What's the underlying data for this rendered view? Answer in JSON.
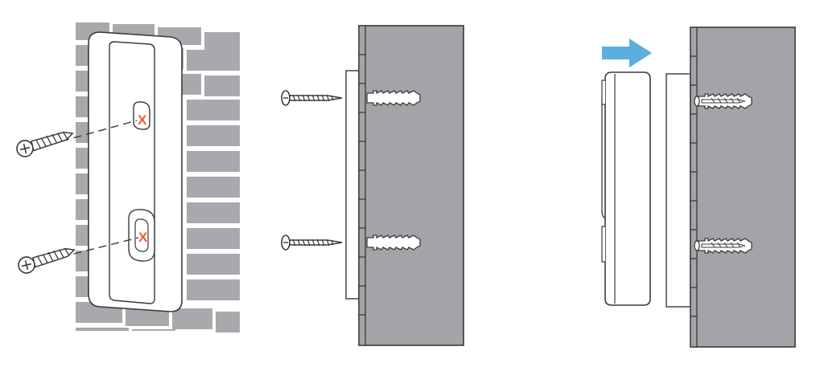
{
  "steps": [
    {
      "id": "step-1",
      "description_icon": "brick-wall-mounting-plate-icon"
    },
    {
      "id": "step-2",
      "description_icon": "screw-anchor-insert-icon"
    },
    {
      "id": "step-3",
      "description_icon": "attach-doorbell-icon"
    }
  ],
  "markers": {
    "upper": "X",
    "lower": "X"
  },
  "colors": {
    "background": "#ffffff",
    "brick": "#a7a9ac",
    "mortar": "#ffffff",
    "wall": "#a2a4a7",
    "wall_edge": "#2e2e2e",
    "outline": "#3a3a3a",
    "plate_fill": "#ffffff",
    "anchor_fill": "#ffffff",
    "marker": "#ee5b2d",
    "arrow": "#5aaee0"
  },
  "icons": {
    "screw": "screw-icon",
    "anchor": "wall-anchor-icon",
    "arrow": "arrow-right-icon"
  }
}
